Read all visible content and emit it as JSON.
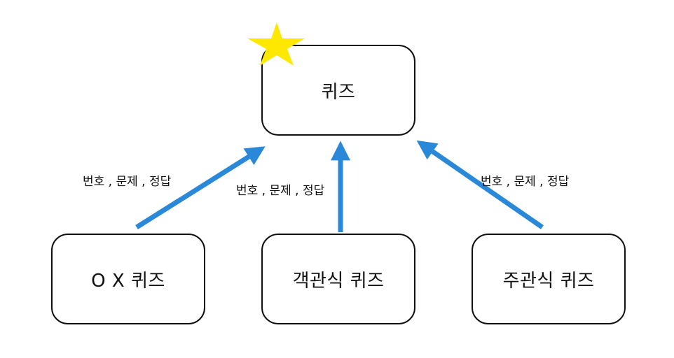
{
  "diagram": {
    "colors": {
      "arrow": "#2a88d8",
      "star": "#ffe800",
      "border": "#111111"
    },
    "nodes": {
      "root": {
        "label": "퀴즈",
        "icon": "star-icon"
      },
      "ox": {
        "label": "O X 퀴즈"
      },
      "multiple_choice": {
        "label": "객관식 퀴즈"
      },
      "short_answer": {
        "label": "주관식 퀴즈"
      }
    },
    "edges": [
      {
        "from": "ox",
        "to": "root",
        "label": "번호 , 문제 , 정답"
      },
      {
        "from": "multiple_choice",
        "to": "root",
        "label": "번호 , 문제 , 정답"
      },
      {
        "from": "short_answer",
        "to": "root",
        "label": "번호 , 문제 , 정답"
      }
    ]
  }
}
